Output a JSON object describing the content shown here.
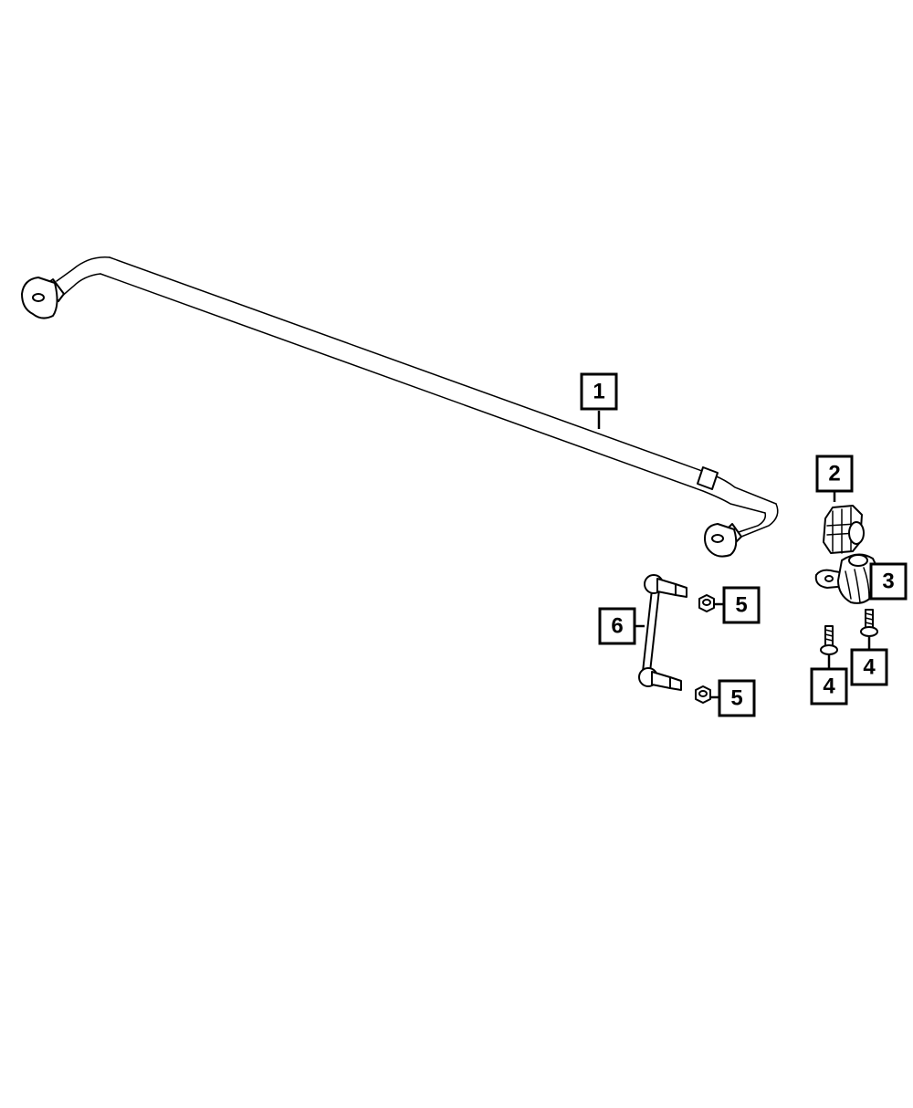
{
  "callouts": {
    "c1": "1",
    "c2": "2",
    "c3": "3",
    "c4a": "4",
    "c4b": "4",
    "c5a": "5",
    "c5b": "5",
    "c6": "6"
  },
  "parts": [
    {
      "callout": "1",
      "icon": "stabilizer-bar-icon"
    },
    {
      "callout": "2",
      "icon": "bushing-icon"
    },
    {
      "callout": "3",
      "icon": "retainer-bracket-icon"
    },
    {
      "callout": "4",
      "icon": "bolt-icon"
    },
    {
      "callout": "5",
      "icon": "nut-icon"
    },
    {
      "callout": "6",
      "icon": "stabilizer-link-icon"
    }
  ],
  "colors": {
    "line": "#000000",
    "background": "#ffffff"
  }
}
